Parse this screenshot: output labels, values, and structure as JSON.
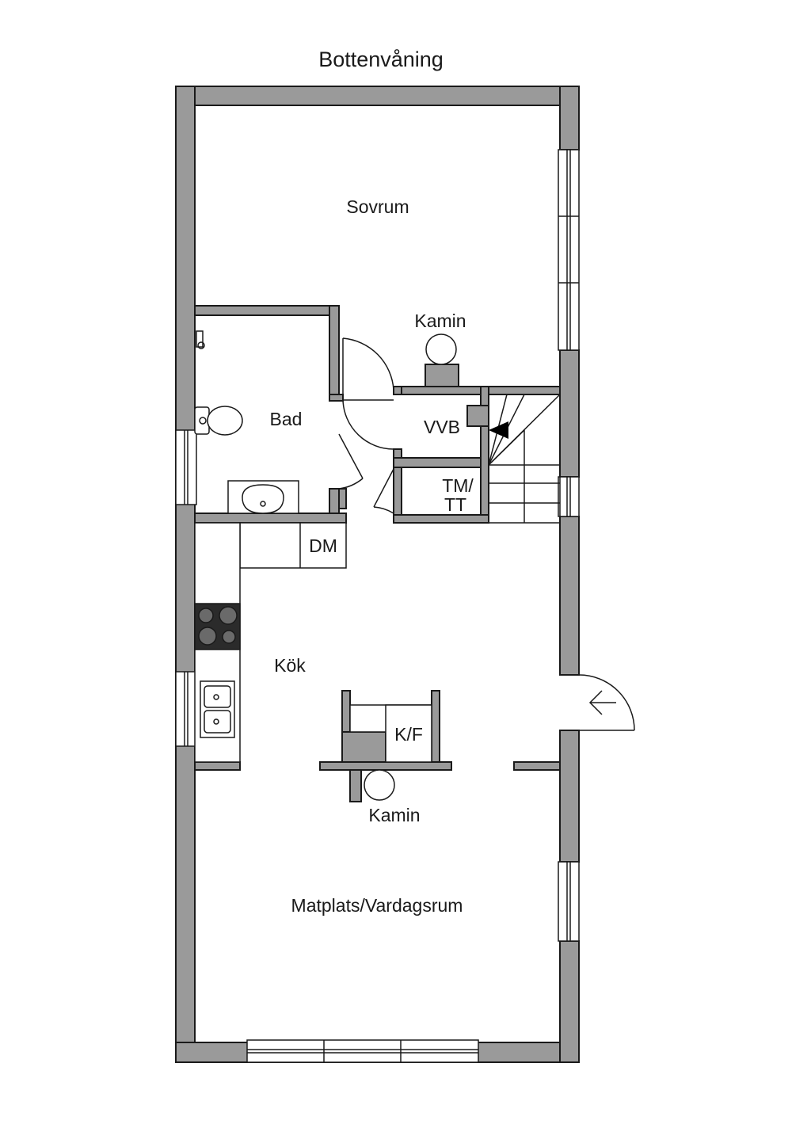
{
  "floor_title": "Bottenvåning",
  "rooms": {
    "sovrum": "Sovrum",
    "kamin_top": "Kamin",
    "bad": "Bad",
    "vvb": "VVB",
    "tm_line1": "TM/",
    "tm_line2": "TT",
    "dm": "DM",
    "kok": "Kök",
    "kf": "K/F",
    "kamin_bottom": "Kamin",
    "matplats": "Matplats/Vardagsrum"
  },
  "colors": {
    "wall_fill": "#9a9a9a",
    "line": "#1a1a1a",
    "background": "#ffffff"
  }
}
